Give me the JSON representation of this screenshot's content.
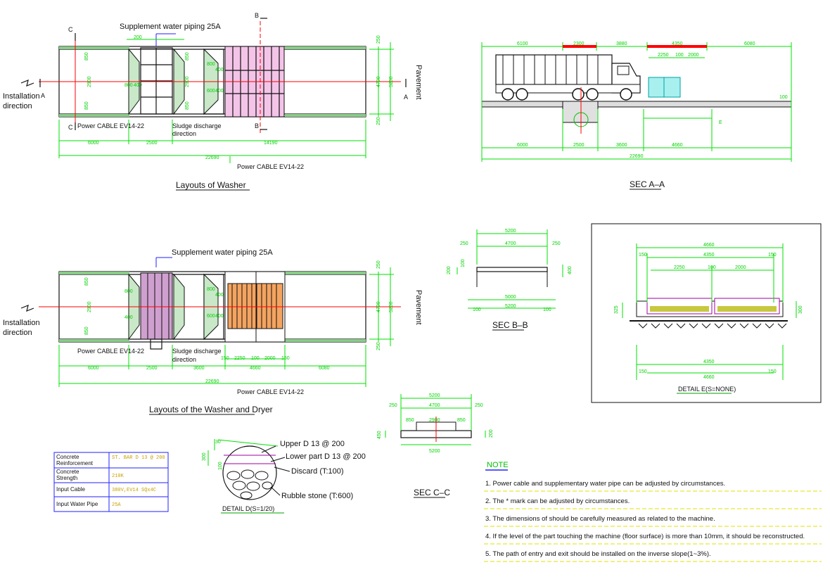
{
  "washer_layout": {
    "caption": "Layouts of Washer",
    "supplement": "Supplement water piping 25A",
    "power_cable": "Power CABLE EV14-22",
    "sludge": "Sludge discharge",
    "direction": "direction",
    "install_1": "Installation",
    "install_2": "direction",
    "pavement": "Pavement",
    "dims": {
      "d1": "6000",
      "d2": "2500",
      "d3": "14190",
      "total": "22690",
      "w200": "200",
      "h250a": "250",
      "h4700": "4700",
      "h5200": "5200",
      "h250b": "250",
      "d2900": "2900",
      "d800a": "800",
      "d400a": "400",
      "d600": "600",
      "d400b": "400",
      "d850a": "850",
      "d850b": "850",
      "e800": "800",
      "e400": "400",
      "e600": "600",
      "e400b": "400",
      "c850": "850",
      "c850b": "850"
    },
    "power_cable_bottom": "Power CABLE EV14-22",
    "sec_a": "A",
    "sec_b": "B",
    "sec_c": "C"
  },
  "sec_aa": {
    "caption": "SEC A–A",
    "top_dims": [
      "6100",
      "2300",
      "3880",
      "4350",
      "6080"
    ],
    "sub_dims": [
      "2250",
      "100",
      "2000"
    ],
    "bottom_dims": [
      "6000",
      "2500",
      "3600",
      "4660"
    ],
    "total": "22690",
    "e_mark": "E",
    "right_dim": "100"
  },
  "washer_dryer_layout": {
    "caption": "Layouts of the Washer and Dryer",
    "supplement": "Supplement water piping 25A",
    "power_cable": "Power CABLE EV14-22",
    "sludge": "Sludge discharge",
    "direction": "direction",
    "install_1": "Installation",
    "install_2": "direction",
    "pavement": "Pavement",
    "dims": {
      "d1": "6000",
      "d2": "2500",
      "d3": "3600",
      "d4": "4660",
      "d5": "6080",
      "total": "22690",
      "sub1": "150",
      "sub2": "2250",
      "sub3": "100",
      "sub4": "2000",
      "sub5": "150",
      "h250a": "250",
      "h4700": "4700",
      "h5200": "5200",
      "h250b": "250",
      "d2900": "2900",
      "d800": "800",
      "d400": "400",
      "d600": "600",
      "d400b": "400",
      "d850a": "850",
      "d850b": "850",
      "e800": "800",
      "e400": "400",
      "e600": "600",
      "e400b": "400"
    },
    "power_cable_bottom": "Power CABLE EV14-22"
  },
  "sec_bb": {
    "caption": "SEC B–B",
    "dims": {
      "top": "5200",
      "l250": "250",
      "mid": "4700",
      "r250": "250",
      "h200": "200",
      "h100": "100",
      "h400": "400",
      "inner": "5000",
      "bottom": "5200",
      "b100a": "100",
      "b100b": "100"
    }
  },
  "detail_e": {
    "caption": "DETAIL  E(S=NONE)",
    "dims": {
      "top": "4660",
      "l150": "150",
      "mid": "4350",
      "r150": "150",
      "a": "2250",
      "b": "100",
      "c": "2000",
      "h325": "325",
      "h300": "300",
      "bot1": "4350",
      "bot2": "4660",
      "b150a": "150",
      "b150b": "150"
    }
  },
  "sec_cc": {
    "caption": "SEC C–C",
    "dims": {
      "top": "5200",
      "l250": "250",
      "mid": "4700",
      "r250": "250",
      "l850": "850",
      "c2900": "2900",
      "r850": "850",
      "h450": "450",
      "h200": "200",
      "bottom": "5200"
    }
  },
  "detail_d": {
    "caption": "DETAIL    D(S=1/20)",
    "upper": "Upper D 13 @ 200",
    "lower": "Lower part D 13 @ 200",
    "discard": "Discard (T:100)",
    "rubble": "Rubble stone (T:600)",
    "d30": "30",
    "d300": "300",
    "d100": "100"
  },
  "spec_table": {
    "rows": [
      {
        "label": "Concrete Reinforcement",
        "value": "ST. BAR D 13     @ 200"
      },
      {
        "label": "Concrete Strength",
        "value": "210K"
      },
      {
        "label": "Input Cable",
        "value": "380V,EV14 SQx4C"
      },
      {
        "label": "Input Water Pipe",
        "value": "25A"
      }
    ]
  },
  "notes": {
    "title": "NOTE",
    "items": [
      "1. Power cable and supplementary water pipe can be adjusted by circumstances.",
      "2. The * mark can be adjusted by circumstances.",
      "3. The dimensions of should be carefully measured as related to the machine.",
      "4. If the level of the part touching the machine (floor surface) is more than 10mm, it should be reconstructed.",
      "5. The path of entry and exit should be installed on the inverse slope(1~3%)."
    ]
  },
  "colors": {
    "dim": "#00e000",
    "outline": "#111111",
    "centerline": "#ff0000",
    "pit_fill": "#f4c4e8",
    "note_title": "#2222ff"
  }
}
